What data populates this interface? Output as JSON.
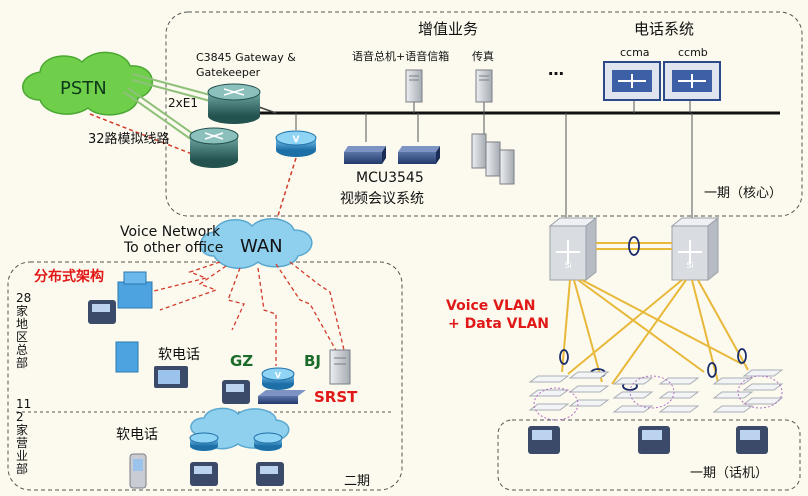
{
  "labels": {
    "value_added": "增值业务",
    "phone_system": "电话系统",
    "pstn": "PSTN",
    "gateway": "C3845 Gateway & Gatekeeper",
    "e1": "2xE1",
    "analog_lines": "32路模拟线路",
    "voice_trunk": "语音总机+语音信箱",
    "fax": "传真",
    "ellipsis": "…",
    "ccma": "ccma",
    "ccmb": "ccmb",
    "mcu_name": "MCU3545",
    "mcu_desc": "视频会议系统",
    "phase1_core": "一期（核心）",
    "voice_network": "Voice Network",
    "to_other_office": "To other office",
    "wan": "WAN",
    "distributed": "分布式架构",
    "hq_branches": "28家地区总部",
    "sales_branches": "112家营业部",
    "softphone": "软电话",
    "softphone_2": "软电话",
    "gz": "GZ",
    "bj": "BJ",
    "srst": "SRST",
    "phase2": "二期",
    "voice_vlan": "Voice VLAN",
    "data_vlan": "+ Data VLAN",
    "phase1_phones": "一期（话机）"
  },
  "colors": {
    "background": "#fcfaee",
    "backbone": "#111111",
    "pstn_cloud": "#6fcf4a",
    "wan_cloud": "#8fd0ee",
    "trunk_line": "#8fc07a",
    "dashed_link": "#d23a2a",
    "uplink": "#e8b83a",
    "accent_red": "#e01818",
    "accent_green": "#1a6b2a",
    "router": "#2e8fc8",
    "switch": "#d9dde2",
    "server": "#b9bec6"
  }
}
